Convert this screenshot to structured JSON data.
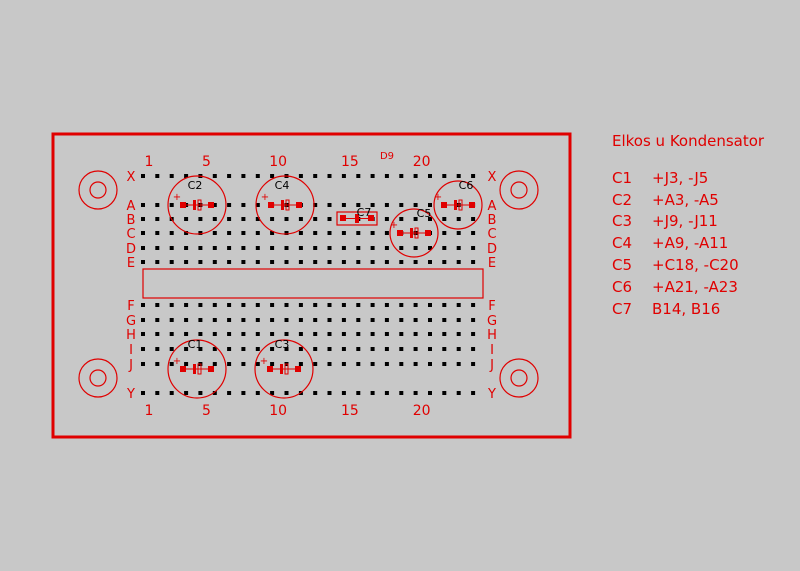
{
  "legend": {
    "title": "Elkos u Kondensator",
    "rows": [
      {
        "ref": "C1",
        "conn": "+J3, -J5"
      },
      {
        "ref": "C2",
        "conn": "+A3, -A5"
      },
      {
        "ref": "C3",
        "conn": "+J9, -J11"
      },
      {
        "ref": "C4",
        "conn": "+A9, -A11"
      },
      {
        "ref": "C5",
        "conn": "+C18, -C20"
      },
      {
        "ref": "C6",
        "conn": "+A21, -A23"
      },
      {
        "ref": "C7",
        "conn": "B14, B16"
      }
    ]
  },
  "board": {
    "designator": "D9",
    "column_numbers": [
      "1",
      "5",
      "10",
      "15",
      "20"
    ],
    "rows_top": [
      "X",
      "A",
      "B",
      "C",
      "D",
      "E"
    ],
    "rows_bottom": [
      "F",
      "G",
      "H",
      "I",
      "J",
      "Y"
    ],
    "components": [
      {
        "label": "C2",
        "kind": "elko"
      },
      {
        "label": "C4",
        "kind": "elko"
      },
      {
        "label": "C7",
        "kind": "cap"
      },
      {
        "label": "C5",
        "kind": "elko"
      },
      {
        "label": "C6",
        "kind": "elko"
      },
      {
        "label": "C1",
        "kind": "elko"
      },
      {
        "label": "C3",
        "kind": "elko"
      }
    ],
    "plus_sign": "+"
  },
  "colors": {
    "background": "#c8c8c8",
    "silkscreen": "#e00000",
    "pads": "#000000"
  }
}
